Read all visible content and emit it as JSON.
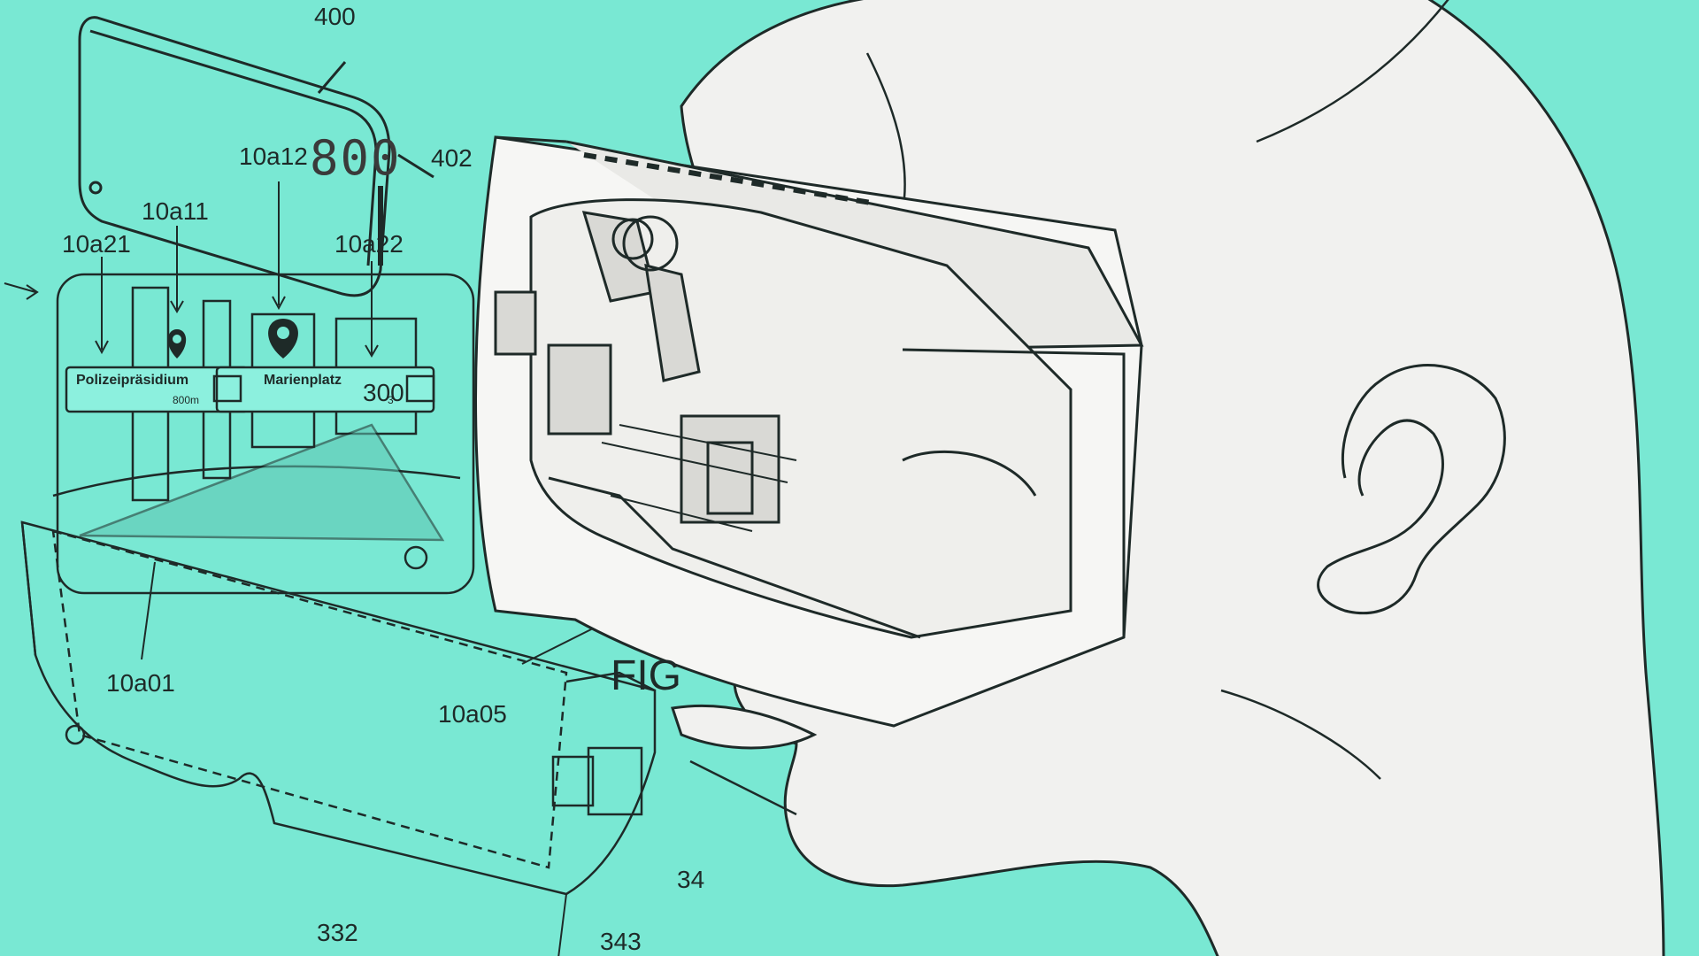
{
  "colors": {
    "background": "#79e8d3",
    "head": "#f1f1ef",
    "line": "#1e2a28"
  },
  "labels": {
    "l400": "400",
    "l402": "402",
    "l800": "800",
    "l10a12": "10a12",
    "l10a11": "10a11",
    "l10a21": "10a21",
    "l10a22": "10a22",
    "l300": "300",
    "l10a01": "10a01",
    "l10a05": "10a05",
    "l332": "332",
    "l343": "343",
    "l34": "34",
    "fig": "FIG"
  },
  "map_boxes": {
    "poi1": "Polizeipräsidium",
    "poi1_dist": "800m",
    "poi2": "Marienplatz",
    "poi2_dist": "3"
  }
}
